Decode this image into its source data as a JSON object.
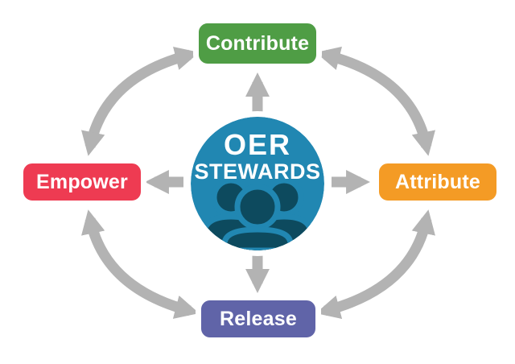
{
  "diagram": {
    "title": "OER Stewards cycle diagram",
    "center": {
      "line1": "OER",
      "line2": "STEWARDS",
      "bg_color": "#2187b2",
      "icon": "people-group-icon",
      "icon_color": "#0d4a5e"
    },
    "nodes": [
      {
        "id": "contribute",
        "label": "Contribute",
        "position": "top",
        "color": "#4f9d45"
      },
      {
        "id": "attribute",
        "label": "Attribute",
        "position": "right",
        "color": "#f49b25"
      },
      {
        "id": "release",
        "label": "Release",
        "position": "bottom",
        "color": "#6064a8"
      },
      {
        "id": "empower",
        "label": "Empower",
        "position": "left",
        "color": "#ee3b52"
      }
    ],
    "arrows": {
      "color": "#b3b3b3",
      "cycle": [
        {
          "id": "cycle-arrow-top-left",
          "between": [
            "empower",
            "contribute"
          ],
          "bidirectional": true
        },
        {
          "id": "cycle-arrow-top-right",
          "between": [
            "contribute",
            "attribute"
          ],
          "bidirectional": true
        },
        {
          "id": "cycle-arrow-bottom-right",
          "between": [
            "attribute",
            "release"
          ],
          "bidirectional": true
        },
        {
          "id": "cycle-arrow-bottom-left",
          "between": [
            "release",
            "empower"
          ],
          "bidirectional": true
        }
      ],
      "spokes": [
        {
          "id": "center-arrow-up",
          "from": "center",
          "to": "contribute"
        },
        {
          "id": "center-arrow-right",
          "from": "center",
          "to": "attribute"
        },
        {
          "id": "center-arrow-down",
          "from": "center",
          "to": "release"
        },
        {
          "id": "center-arrow-left",
          "from": "center",
          "to": "empower"
        }
      ]
    }
  }
}
